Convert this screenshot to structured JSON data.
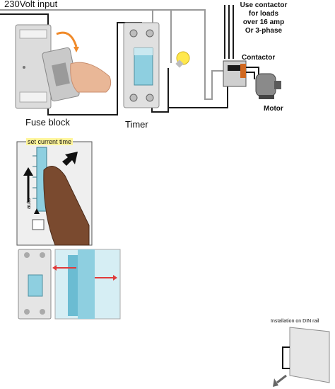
{
  "labels": {
    "title": "230Volt input",
    "fuse_block": "Fuse block",
    "timer": "Timer",
    "contactor_note": [
      "Use contactor",
      "for loads",
      "over 16 amp",
      "Or 3-phase"
    ],
    "contactor": "Contactor",
    "motor": "Motor",
    "set_time": "set current time",
    "auto": "auto",
    "din_rail": "Installation on DIN rail"
  },
  "colors": {
    "wire_black": "#1a1a1a",
    "wire_grey": "#9a9a9a",
    "din_grey": "#dcdcdc",
    "timer_blue": "#8ecfe0",
    "red_arrow": "#e03a3a",
    "bulb": "#ffe84d",
    "skin": "#e9b797",
    "dark_skin": "#7a4a2f"
  },
  "icons": [
    "fuse-block-device",
    "timer-device",
    "light-bulb-icon",
    "contactor-device",
    "motor-device",
    "finger-illustration",
    "arrow-icon",
    "din-rail-device"
  ]
}
